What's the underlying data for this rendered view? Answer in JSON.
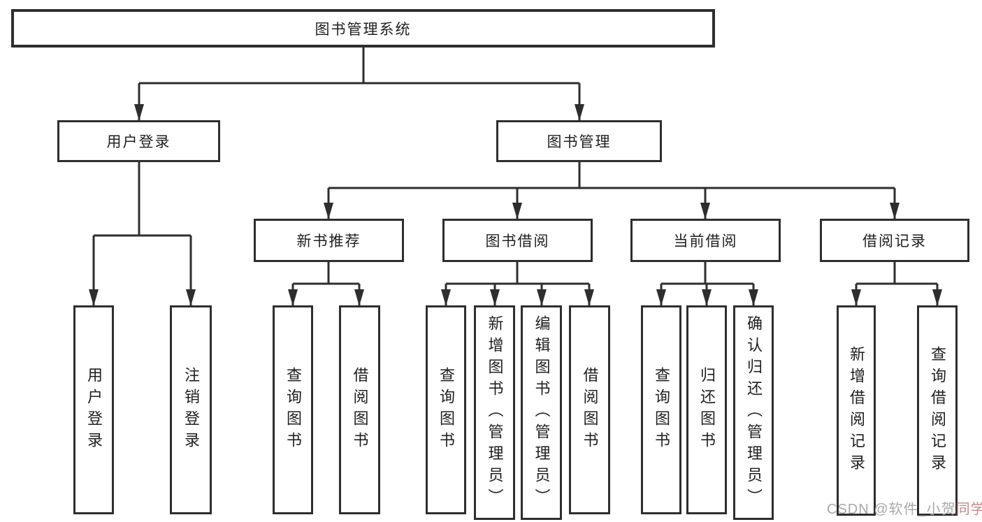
{
  "diagram": {
    "root": "图书管理系统",
    "branches": {
      "user_login": {
        "label": "用户登录",
        "children": [
          "用户登录",
          "注销登录"
        ]
      },
      "book_management": {
        "label": "图书管理",
        "sections": [
          {
            "label": "新书推荐",
            "children": [
              "查询图书",
              "借阅图书"
            ]
          },
          {
            "label": "图书借阅",
            "children": [
              "查询图书",
              "新增图书（管理员）",
              "编辑图书（管理员）",
              "借阅图书"
            ]
          },
          {
            "label": "当前借阅",
            "children": [
              "查询图书",
              "归还图书",
              "确认归还（管理员）"
            ]
          },
          {
            "label": "借阅记录",
            "children": [
              "新增借阅记录",
              "查询借阅记录"
            ]
          }
        ]
      }
    }
  },
  "watermark": {
    "text_gray": "CSDN @软件_小贺",
    "text_red": "同学"
  },
  "colors": {
    "line": "#2e2e2e",
    "text": "#1f1f1f",
    "background": "#ffffff",
    "watermark": "#a9a9a9",
    "accent": "#bd8a8a"
  }
}
